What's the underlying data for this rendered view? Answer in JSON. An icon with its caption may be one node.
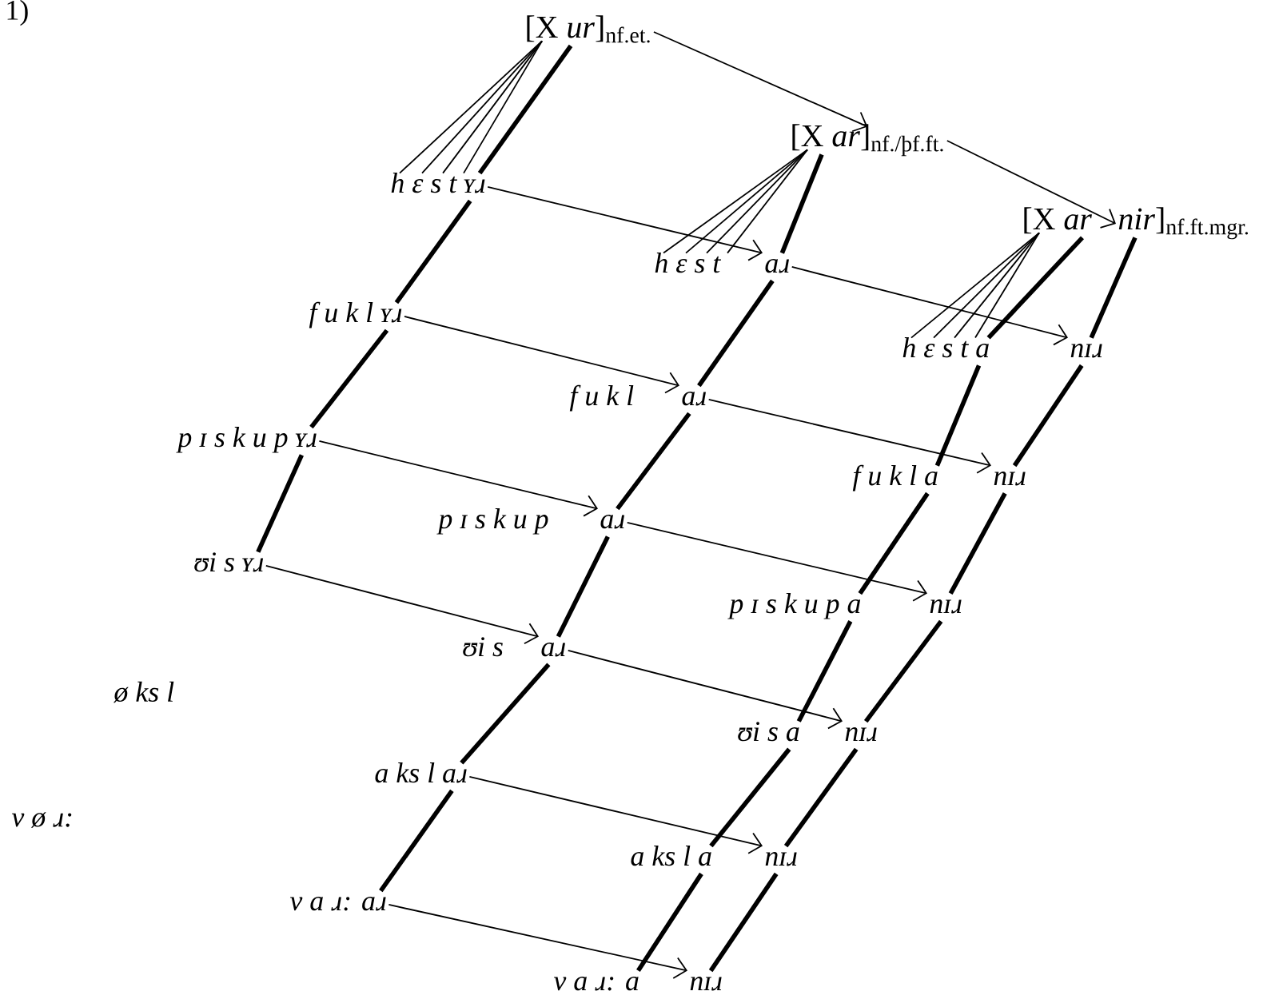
{
  "diagram": {
    "nodes": [
      {
        "text": [
          "[X *ur*]$_{nf.et.}$"
        ]
      },
      {
        "text": [
          "[X *ar*]$_{nf./þf.ft.}$"
        ]
      },
      {
        "text": [
          "[X *ar*"
        ]
      },
      {
        "text": [
          "*nir*]$_{nf.ft.mgr.}$"
        ]
      },
      {
        "text": [
          "h ɛ s t ʏɹ"
        ]
      },
      {
        "text": [
          "h ɛ s t"
        ]
      },
      {
        "text": [
          "aɹ"
        ]
      },
      {
        "text": [
          "f u k l ʏɹ"
        ]
      },
      {
        "text": [
          "h ɛ s t a"
        ]
      },
      {
        "text": [
          "nɪɹ"
        ]
      },
      {
        "text": [
          "f u k l"
        ]
      },
      {
        "text": [
          "aɹ"
        ]
      },
      {
        "text": [
          "p ɪ s k u p ʏɹ"
        ]
      },
      {
        "text": [
          "f u k l a"
        ]
      },
      {
        "text": [
          "nɪɹ"
        ]
      },
      {
        "text": [
          "p ɪ s k u p"
        ]
      },
      {
        "text": [
          "aɹ"
        ]
      },
      {
        "text": [
          "ʊi s ʏɹ"
        ]
      },
      {
        "text": [
          "p ɪ s k u p a"
        ]
      },
      {
        "text": [
          "nɪɹ"
        ]
      },
      {
        "text": [
          "ʊi s"
        ]
      },
      {
        "text": [
          "aɹ"
        ]
      },
      {
        "text": [
          "ʊi s a"
        ]
      },
      {
        "text": [
          "nɪɹ"
        ]
      },
      {
        "text": [
          "a ks l aɹ"
        ]
      },
      {
        "text": [
          "a ks l a"
        ]
      },
      {
        "text": [
          "nɪɹ"
        ]
      },
      {
        "text": [
          "v a ɹ: aɹ"
        ]
      },
      {
        "text": [
          "v a ɹ: a"
        ]
      },
      {
        "text": [
          "nɪɹ"
        ]
      }
    ],
    "edges": [
      {
        "from": 0,
        "to": 1,
        "arrow": "to"
      },
      {
        "from": 1,
        "to": 3,
        "arrow": "to"
      },
      {
        "from": 4,
        "to": 6,
        "arrow": "to"
      },
      {
        "from": 7,
        "to": 11,
        "arrow": "to"
      },
      {
        "from": 12,
        "to": 16,
        "arrow": "to"
      },
      {
        "from": 17,
        "to": 21,
        "arrow": "to"
      },
      {
        "from": 6,
        "to": 9,
        "arrow": "to"
      },
      {
        "from": 11,
        "to": 14,
        "arrow": "to"
      },
      {
        "from": 16,
        "to": 19,
        "arrow": "to"
      },
      {
        "from": 21,
        "to": 23,
        "arrow": "to"
      },
      {
        "from": 24,
        "to": 26,
        "arrow": "to"
      },
      {
        "from": 27,
        "to": 29,
        "arrow": "to"
      },
      {
        "from": 0,
        "to": 4,
        "arrow": "none",
        "style": "thick"
      },
      {
        "from": 4,
        "to": 7,
        "arrow": "none",
        "style": "thick"
      },
      {
        "from": 7,
        "to": 12,
        "arrow": "none",
        "style": "thick"
      },
      {
        "from": 12,
        "to": 17,
        "arrow": "none",
        "style": "thick"
      },
      {
        "from": 1,
        "to": 6,
        "arrow": "none",
        "style": "thick"
      },
      {
        "from": 6,
        "to": 11,
        "arrow": "none",
        "style": "thick"
      },
      {
        "from": 11,
        "to": 16,
        "arrow": "none",
        "style": "thick"
      },
      {
        "from": 16,
        "to": 21,
        "arrow": "none",
        "style": "thick"
      },
      {
        "from": 21,
        "to": 24,
        "arrow": "none",
        "style": "thick"
      },
      {
        "from": 24,
        "to": 27,
        "arrow": "none",
        "style": "thick"
      },
      {
        "from": 2,
        "to": 8,
        "arrow": "none",
        "style": "thick"
      },
      {
        "from": 8,
        "to": 13,
        "arrow": "none",
        "style": "thick"
      },
      {
        "from": 13,
        "to": 18,
        "arrow": "none",
        "style": "thick"
      },
      {
        "from": 18,
        "to": 22,
        "arrow": "none",
        "style": "thick"
      },
      {
        "from": 22,
        "to": 25,
        "arrow": "none",
        "style": "thick"
      },
      {
        "from": 25,
        "to": 28,
        "arrow": "none",
        "style": "thick"
      },
      {
        "from": 3,
        "to": 9,
        "arrow": "none",
        "style": "thick"
      },
      {
        "from": 9,
        "to": 14,
        "arrow": "none",
        "style": "thick"
      },
      {
        "from": 14,
        "to": 19,
        "arrow": "none",
        "style": "thick"
      },
      {
        "from": 19,
        "to": 23,
        "arrow": "none",
        "style": "thick"
      },
      {
        "from": 23,
        "to": 26,
        "arrow": "none",
        "style": "thick"
      },
      {
        "from": 26,
        "to": 29,
        "arrow": "none",
        "style": "thick"
      },
      {
        "from": 0,
        "to": 4,
        "arrow": "none"
      },
      {
        "from": 0,
        "to": 4,
        "arrow": "none"
      },
      {
        "from": 0,
        "to": 4,
        "arrow": "none"
      },
      {
        "from": 0,
        "to": 4,
        "arrow": "none"
      },
      {
        "from": 1,
        "to": 5,
        "arrow": "none"
      },
      {
        "from": 1,
        "to": 5,
        "arrow": "none"
      },
      {
        "from": 1,
        "to": 5,
        "arrow": "none"
      },
      {
        "from": 1,
        "to": 5,
        "arrow": "none"
      },
      {
        "from": 2,
        "to": 8,
        "arrow": "none"
      },
      {
        "from": 2,
        "to": 8,
        "arrow": "none"
      },
      {
        "from": 2,
        "to": 8,
        "arrow": "none"
      },
      {
        "from": 2,
        "to": 8,
        "arrow": "none"
      }
    ],
    "labels": [
      "1)",
      "ø ks l",
      "v ø ɹ:"
    ]
  }
}
